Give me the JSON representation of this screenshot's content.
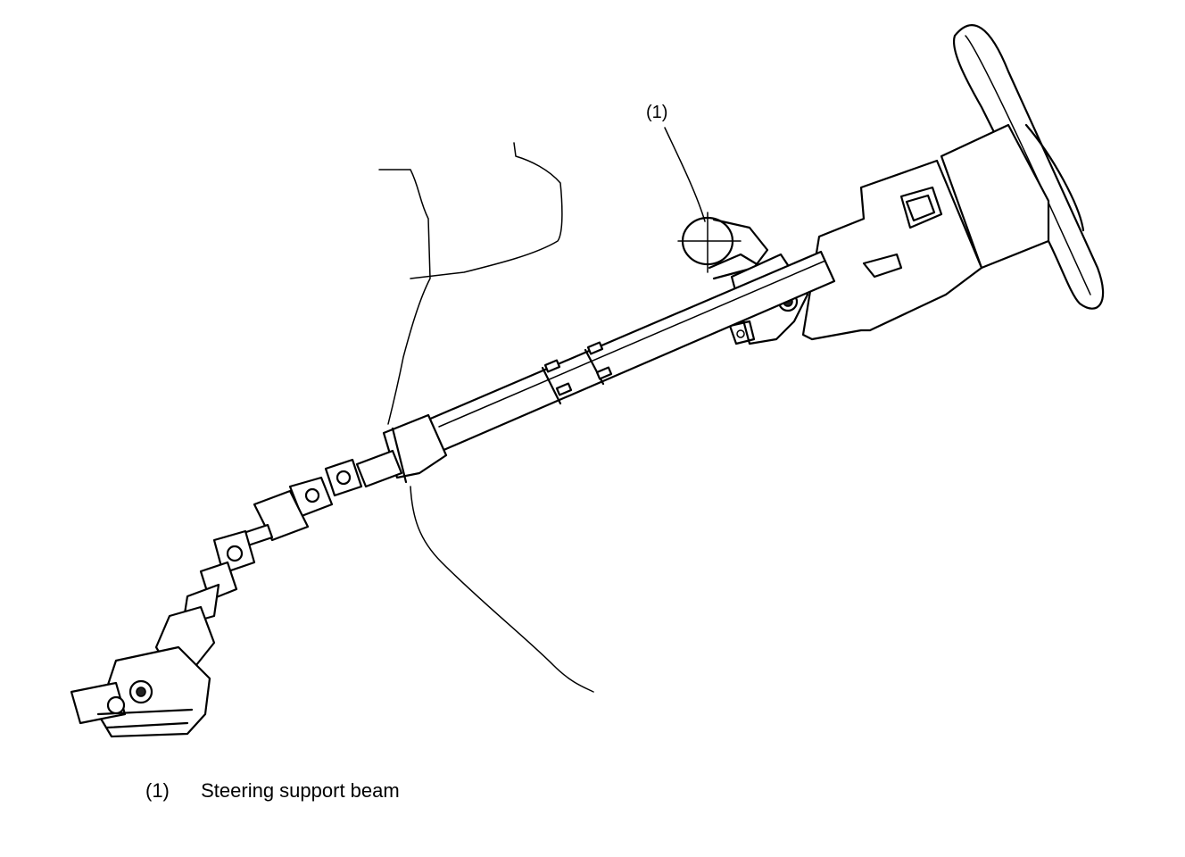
{
  "callout": {
    "marker": "(1)"
  },
  "legend": {
    "items": [
      {
        "number": "(1)",
        "label": "Steering support beam"
      }
    ]
  }
}
